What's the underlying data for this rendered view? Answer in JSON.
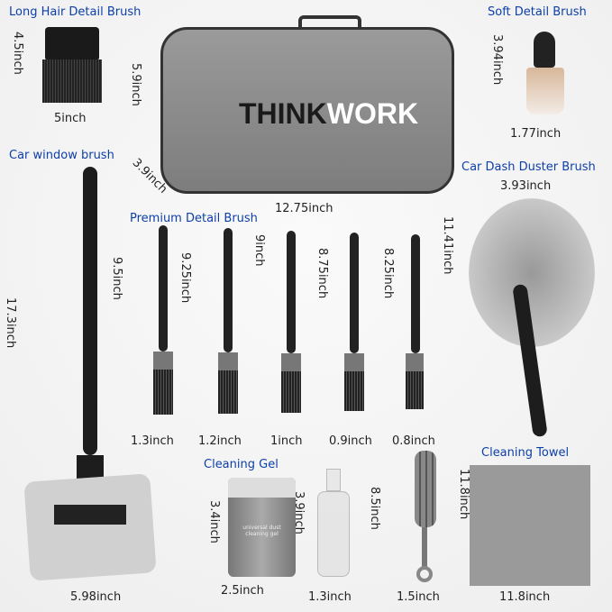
{
  "brand": "THINKWORK",
  "products": {
    "long_hair": {
      "title": "Long Hair Detail Brush",
      "height": "4.5inch",
      "width": "5inch"
    },
    "soft_detail": {
      "title": "Soft Detail Brush",
      "height": "3.94inch",
      "width": "1.77inch"
    },
    "bag": {
      "height": "5.9inch",
      "depth": "3.9inch",
      "width": "12.75inch"
    },
    "window": {
      "title": "Car window brush",
      "height": "17.3inch",
      "width": "5.98inch"
    },
    "duster": {
      "title": "Car Dash Duster Brush",
      "width": "3.93inch",
      "height": "11.41inch"
    },
    "premium": {
      "title": "Premium Detail Brush",
      "heights": [
        "9.5inch",
        "9.25inch",
        "9inch",
        "8.75inch",
        "8.25inch"
      ],
      "widths": [
        "1.3inch",
        "1.2inch",
        "1inch",
        "0.9inch",
        "0.8inch"
      ]
    },
    "gel": {
      "title": "Cleaning Gel",
      "height": "3.4inch",
      "width": "2.5inch",
      "label": "universal dust cleaning gel"
    },
    "spray": {
      "height": "3.9inch",
      "width": "1.3inch"
    },
    "blind": {
      "height": "8.5inch",
      "width": "1.5inch"
    },
    "towel": {
      "title": "Cleaning Towel",
      "height": "11.8inch",
      "width": "11.8inch"
    }
  },
  "colors": {
    "title": "#0d3fa8",
    "bag": "#8c8c8c",
    "towel": "#9a9a9a"
  }
}
